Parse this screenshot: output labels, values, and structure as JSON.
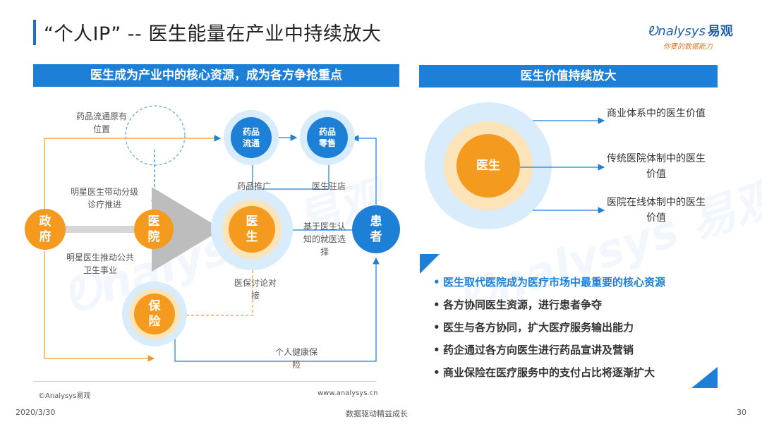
{
  "header": {
    "title": "“个人IP” -- 医生能量在产业中持续放大",
    "logo_main": "nalysys",
    "logo_cn": "易观",
    "logo_sub": "你要的数据能力"
  },
  "left": {
    "banner": "医生成为产业中的核心资源，成为各方争抢重点",
    "nodes": {
      "gov": "政府",
      "hospital": "医院",
      "doctor": "医生",
      "patient": "患者",
      "insurance": "保险",
      "drug_circulation": "药品流通",
      "drug_retail": "药品零售"
    },
    "labels": {
      "orig_pos": "药品流通原有位置",
      "star_tier": "明星医生带动分级诊疗推进",
      "star_public": "明星医生推动公共卫生事业",
      "drug_promo": "药品推广",
      "doctor_store": "医生驻店",
      "patient_choice": "基于医生认知的就医选择",
      "insurance_negotiate": "医保讨论对接",
      "personal_health": "个人健康保险"
    }
  },
  "right": {
    "banner": "医生价值持续放大",
    "center": "医生",
    "values": [
      "商业体系中的医生价值",
      "传统医院体制中的医生价值",
      "医院在线体制中的医生价值"
    ],
    "bullets": [
      "医生取代医院成为医疗市场中最重要的核心资源",
      "各方协同医生资源，进行患者争夺",
      "医生与各方协同，扩大医疗服务输出能力",
      "药企通过各方向医生进行药品宣讲及营销",
      "商业保险在医疗服务中的支付占比将逐渐扩大"
    ]
  },
  "footer": {
    "copyright": "©Analysys易观",
    "website": "www.analysys.cn",
    "date": "2020/3/30",
    "tagline": "数据驱动精益成长",
    "page": "30"
  },
  "colors": {
    "blue": "#1d7fd6",
    "orange": "#f49a1e",
    "light_blue": "#cfe6f8",
    "light_orange": "#fde3b8"
  }
}
